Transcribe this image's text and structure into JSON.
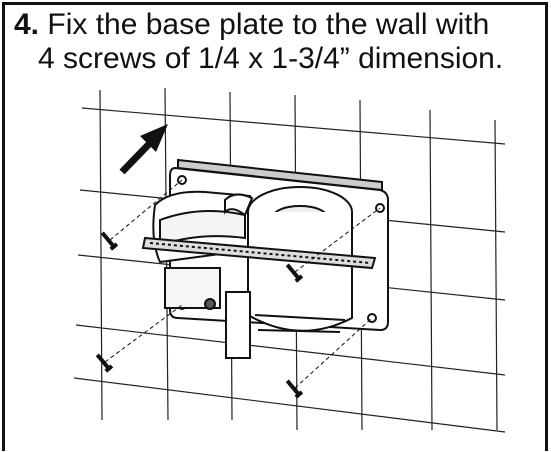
{
  "instruction": {
    "step_number": "4.",
    "line1": "Fix the base plate to the wall with",
    "line2": "4 screws of 1/4 x 1-3/4” dimension."
  },
  "illustration": {
    "subject": "dispenser unit mounted on base plate against tiled wall",
    "icons": [
      "arrow-icon",
      "screw-icon",
      "wall-tile-grid",
      "base-plate",
      "dispenser-unit"
    ],
    "colors": {
      "line": "#111111",
      "background": "#ffffff"
    }
  }
}
